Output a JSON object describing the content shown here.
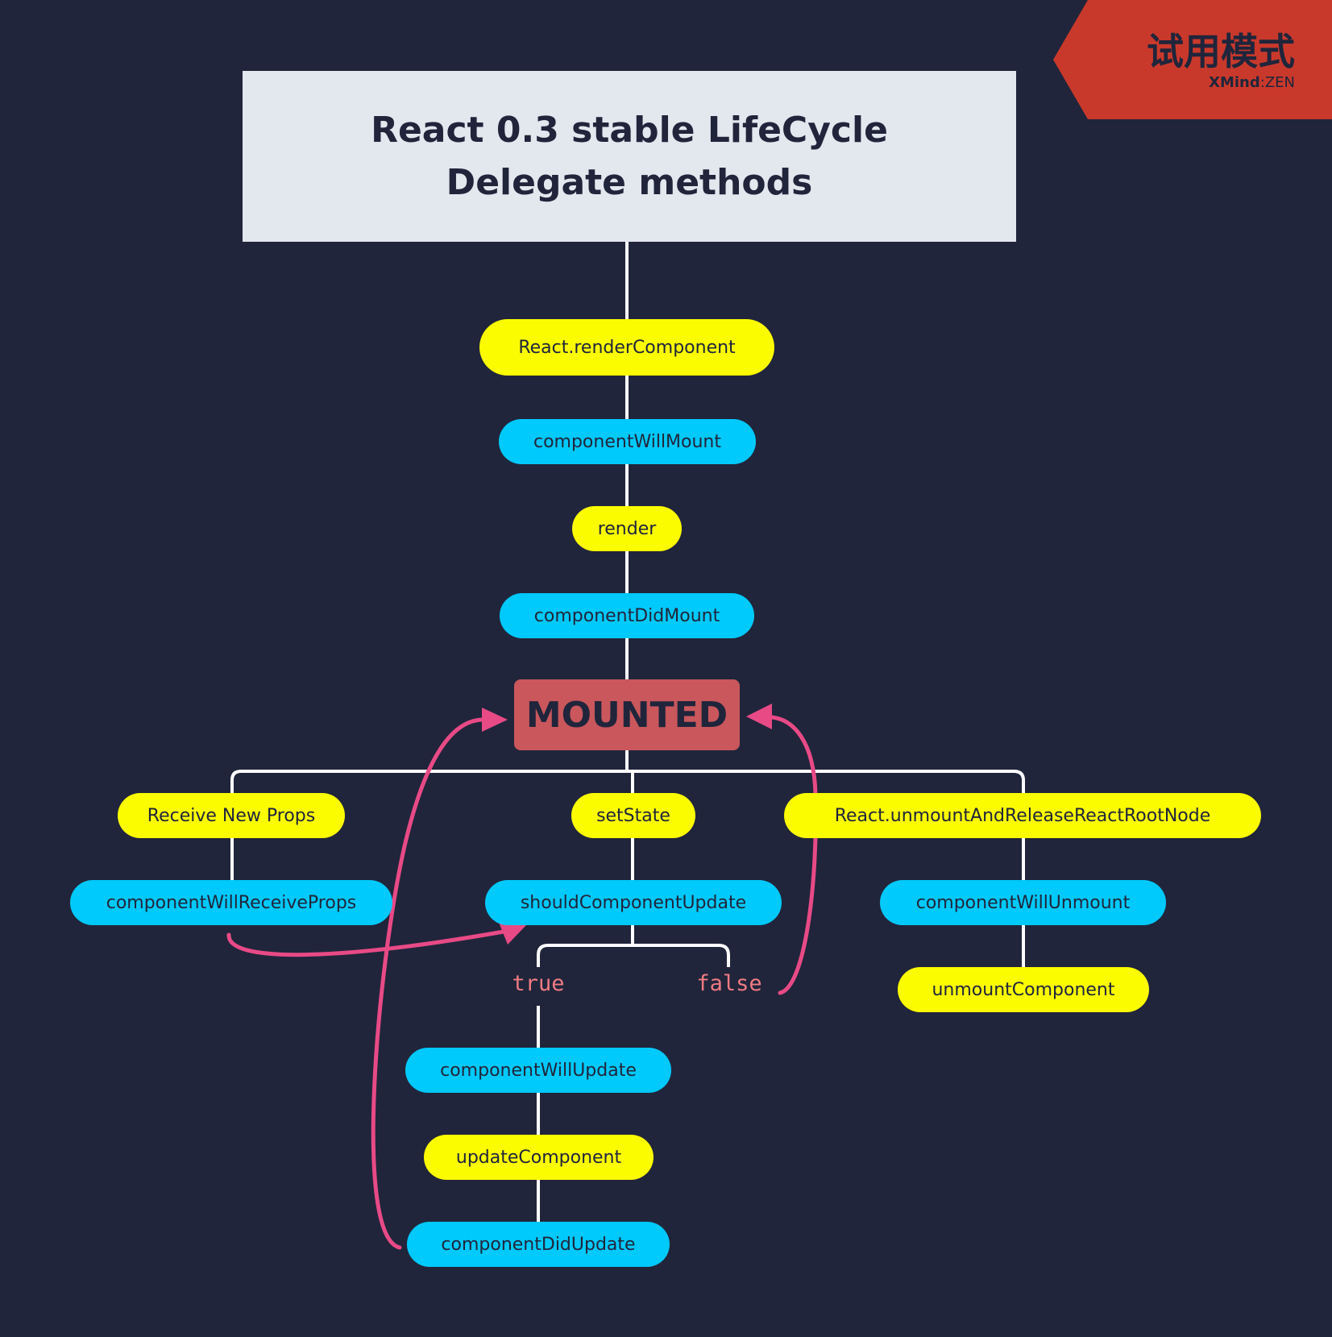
{
  "title": {
    "line1": "React 0.3 stable LifeCycle",
    "line2": "Delegate methods"
  },
  "nodes": {
    "render_component": "React.renderComponent",
    "component_will_mount": "componentWillMount",
    "render": "render",
    "component_did_mount": "componentDidMount",
    "mounted": "MOUNTED",
    "receive_new_props": "Receive New Props",
    "set_state": "setState",
    "unmount_and_release": "React.unmountAndReleaseReactRootNode",
    "component_will_receive_props": "componentWillReceiveProps",
    "should_component_update": "shouldComponentUpdate",
    "component_will_unmount": "componentWillUnmount",
    "unmount_component": "unmountComponent",
    "component_will_update": "componentWillUpdate",
    "update_component": "updateComponent",
    "component_did_update": "componentDidUpdate"
  },
  "branches": {
    "true_label": "true",
    "false_label": "false"
  },
  "watermark": {
    "text": "试用模式",
    "brand": "XMind",
    "edition": "ZEN"
  },
  "colors": {
    "background": "#20253b",
    "yellow_node": "#fbfc00",
    "cyan_node": "#00c9fb",
    "mounted": "#c9575c",
    "arrow": "#e84a86",
    "connector": "#ffffff",
    "watermark": "#c9392b"
  }
}
